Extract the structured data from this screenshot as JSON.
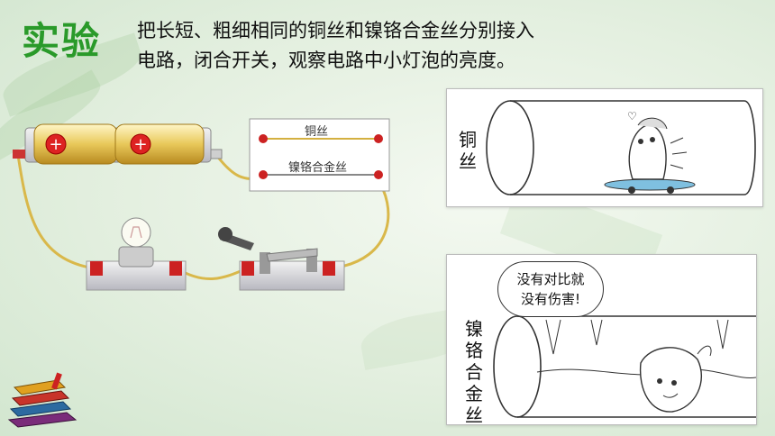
{
  "heading": "实验",
  "intro": {
    "line1": "把长短、粗细相同的铜丝和镍铬合金丝分别接入",
    "line2": "电路，闭合开关，观察电路中小灯泡的亮度。"
  },
  "board": {
    "copper_wire_label": "铜丝",
    "nichrome_wire_label": "镍铬合金丝"
  },
  "cartoon_copper": {
    "side_label": [
      "铜",
      "丝"
    ]
  },
  "cartoon_nichrome": {
    "side_label": [
      "镍",
      "铬",
      "合",
      "金",
      "丝"
    ],
    "speech_line1": "没有对比就",
    "speech_line2": "没有伤害!"
  },
  "battery": {
    "symbol1": "+",
    "symbol2": "+"
  },
  "icons": [
    "battery-icon",
    "bulb-icon",
    "switch-icon",
    "books-icon",
    "electron-skater-icon",
    "electron-crawler-icon"
  ]
}
